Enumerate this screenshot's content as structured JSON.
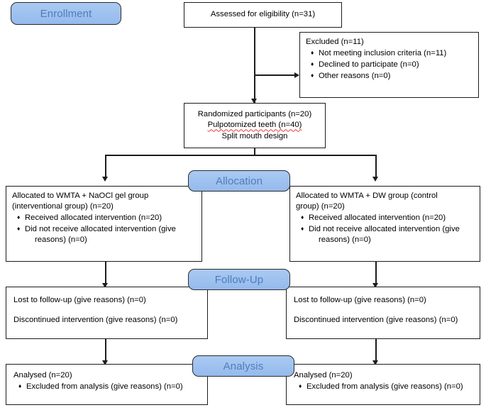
{
  "diagram": {
    "title": "CONSORT participant flow diagram",
    "accent_blue": "#9ec1ef",
    "accent_blue_text": "#4f7dbb",
    "line_color": "#1c1c1c",
    "box_border": "#1c1c1c",
    "spellcheck_underline": "#e53935"
  },
  "stages": {
    "enrollment": "Enrollment",
    "allocation": "Allocation",
    "followup": "Follow-Up",
    "analysis": "Analysis"
  },
  "enrollment": {
    "assessed": "Assessed for eligibility (n=31)",
    "excluded": {
      "heading": "Excluded (n=11)",
      "reasons": [
        "Not meeting inclusion criteria (n=11)",
        "Declined to participate (n=0)",
        "Other reasons (n=0)"
      ]
    },
    "randomized": {
      "line1": "Randomized participants (n=20)",
      "line2": "Pulpotomized teeth (n=40)",
      "line3": "Split mouth design"
    }
  },
  "allocation": {
    "left": {
      "heading_line1": "Allocated to WMTA + NaOCl gel group",
      "heading_line2": "(interventional group) (n=20)",
      "items": [
        "Received allocated intervention (n=20)",
        "Did not receive allocated intervention (give",
        "reasons) (n=0)"
      ]
    },
    "right": {
      "heading_line1": "Allocated to WMTA + DW group (control",
      "heading_line2": "group) (n=20)",
      "items": [
        "Received allocated intervention (n=20)",
        "Did not receive allocated intervention (give",
        "reasons) (n=0)"
      ]
    }
  },
  "followup": {
    "left": {
      "lost": "Lost to follow-up (give reasons) (n=0)",
      "discontinued": "Discontinued intervention (give reasons) (n=0)"
    },
    "right": {
      "lost": "Lost to follow-up (give reasons) (n=0)",
      "discontinued": "Discontinued intervention (give reasons) (n=0)"
    }
  },
  "analysis": {
    "left": {
      "analysed": "Analysed (n=20)",
      "excluded": "Excluded from analysis (give reasons) (n=0)"
    },
    "right": {
      "analysed": "Analysed (n=20)",
      "excluded": "Excluded from analysis (give reasons) (n=0)"
    }
  }
}
